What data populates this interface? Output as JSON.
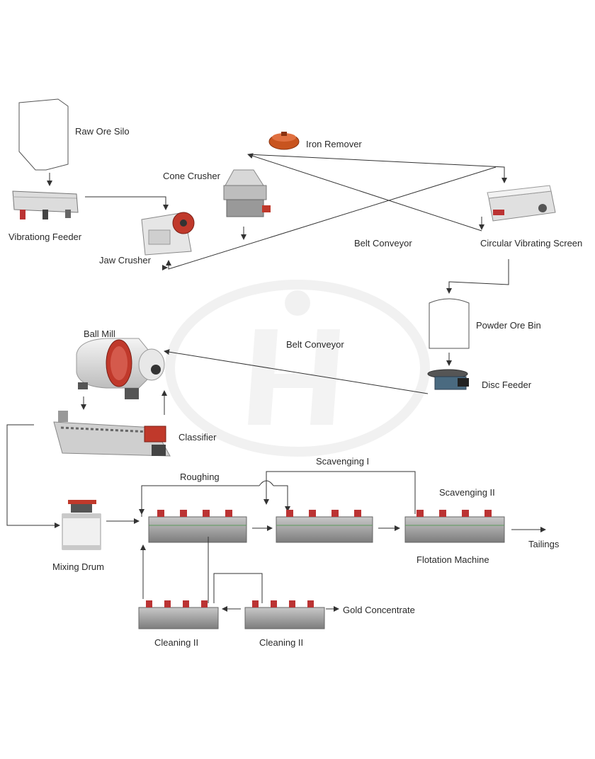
{
  "labels": {
    "raw_ore_silo": "Raw Ore Silo",
    "iron_remover": "Iron Remover",
    "cone_crusher": "Cone Crusher",
    "vibrating_feeder": "Vibrationg Feeder",
    "jaw_crusher": "Jaw Crusher",
    "belt_conveyor_1": "Belt Conveyor",
    "circular_vibrating_screen": "Circular Vibrating Screen",
    "powder_ore_bin": "Powder Ore Bin",
    "ball_mill": "Ball Mill",
    "belt_conveyor_2": "Belt Conveyor",
    "disc_feeder": "Disc Feeder",
    "classifier": "Classifier",
    "scavenging_1": "Scavenging I",
    "roughing": "Roughing",
    "scavenging_2": "Scavenging II",
    "mixing_drum": "Mixing Drum",
    "flotation_machine": "Flotation Machine",
    "tailings": "Tailings",
    "gold_concentrate": "Gold Concentrate",
    "cleaning_left": "Cleaning II",
    "cleaning_right": "Cleaning II"
  },
  "colors": {
    "line": "#333333",
    "machine_red": "#c0392b",
    "machine_gray": "#9a9a9a",
    "watermark": "#ececec"
  }
}
